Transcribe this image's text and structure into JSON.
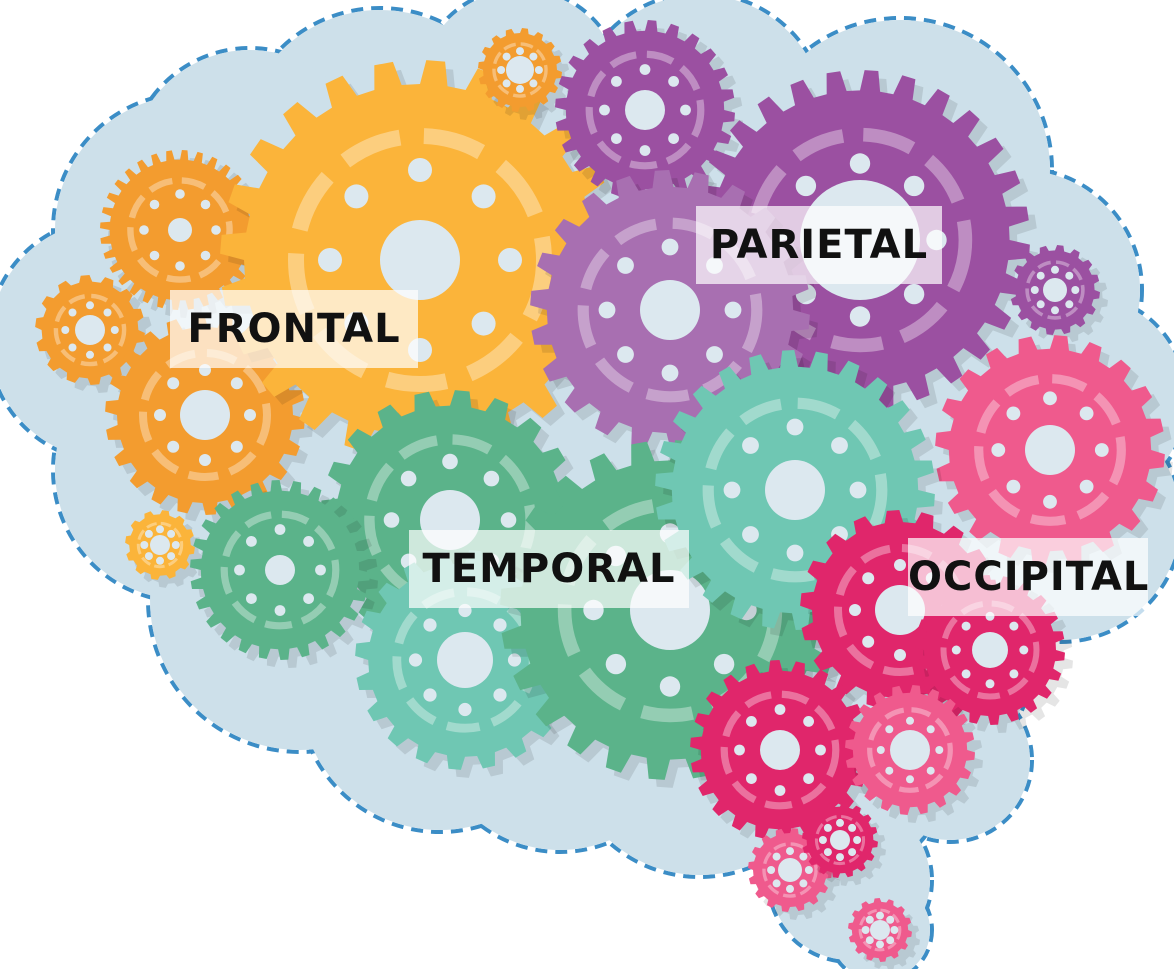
{
  "labels": {
    "frontal": "FRONTAL",
    "parietal": "PARIETAL",
    "temporal": "TEMPORAL",
    "occipital": "OCCIPITAL"
  },
  "colors": {
    "brain_fill": "#cde0ea",
    "outline": "#3b8dc6",
    "orange": "#f39c2f",
    "yellow": "#fbb43a",
    "purple": "#9b50a1",
    "light_purple": "#a86fb1",
    "teal": "#6fc7b3",
    "green": "#5bb38a",
    "pink": "#ef5a8d",
    "magenta": "#e0266b",
    "hole": "#dce8ef"
  }
}
